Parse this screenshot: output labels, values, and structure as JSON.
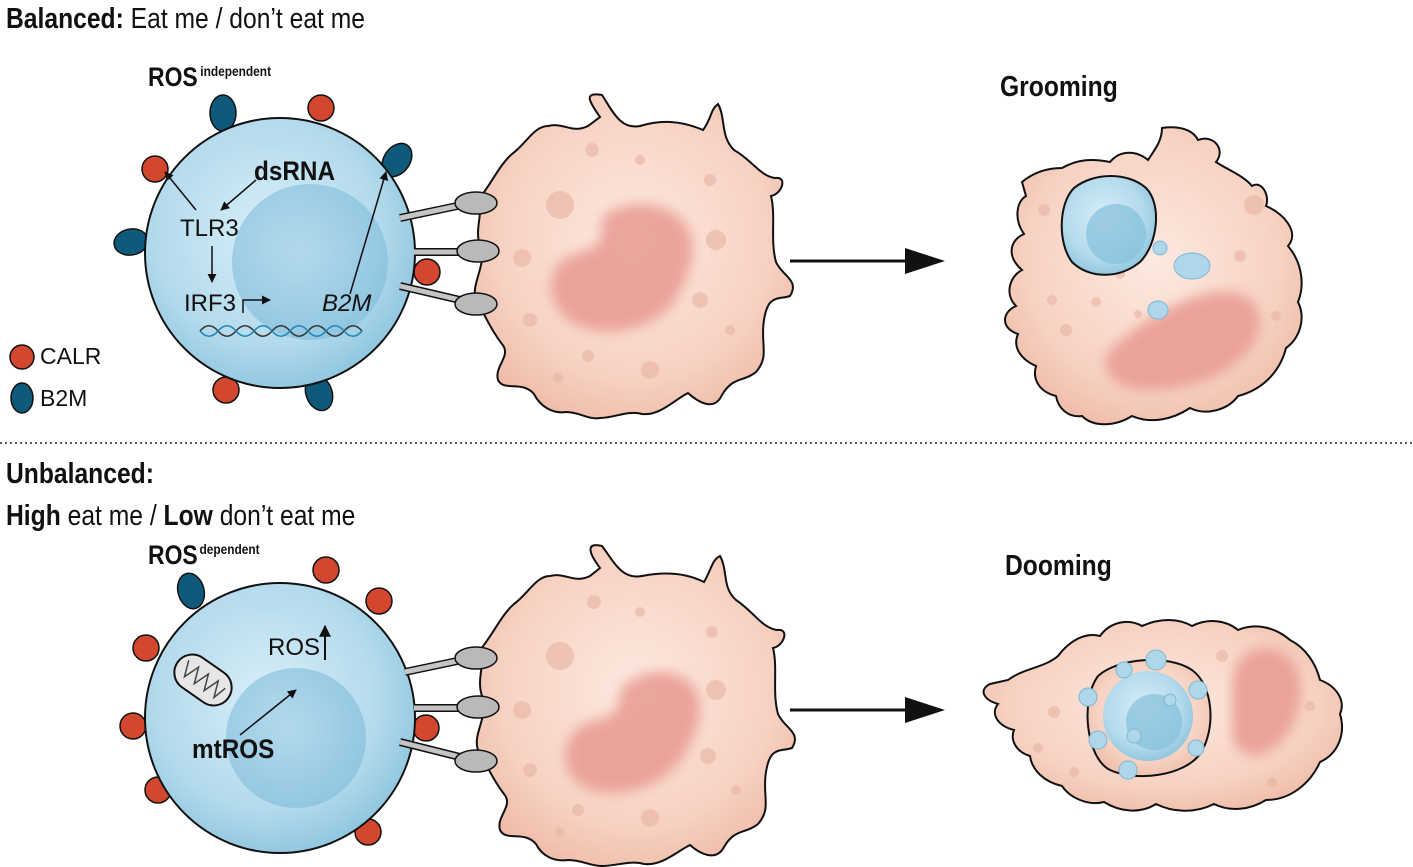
{
  "top": {
    "heading_bold": "Balanced:",
    "heading_rest": "Eat me / don’t eat me",
    "ros_main": "ROS",
    "ros_sup": "independent",
    "dsrna": "dsRNA",
    "tlr3": "TLR3",
    "irf3": "IRF3",
    "b2m_gene": "B2M",
    "outcome": "Grooming"
  },
  "legend": {
    "calr": "CALR",
    "b2m": "B2M",
    "calr_color": "#d4472f",
    "b2m_color": "#0f5a7a"
  },
  "bottom": {
    "heading_line1": "Unbalanced:",
    "high": "High",
    "eat_me": "eat me /",
    "low": "Low",
    "dont_eat_me": "don’t eat me",
    "ros_main": "ROS",
    "ros_sup": "dependent",
    "ros_inner": "ROS",
    "mtros": "mtROS",
    "outcome": "Dooming"
  },
  "colors": {
    "cell_blue": "#aed7ea",
    "macrophage": "#f6cbbb",
    "nucleus_pink": "#e89a92"
  }
}
